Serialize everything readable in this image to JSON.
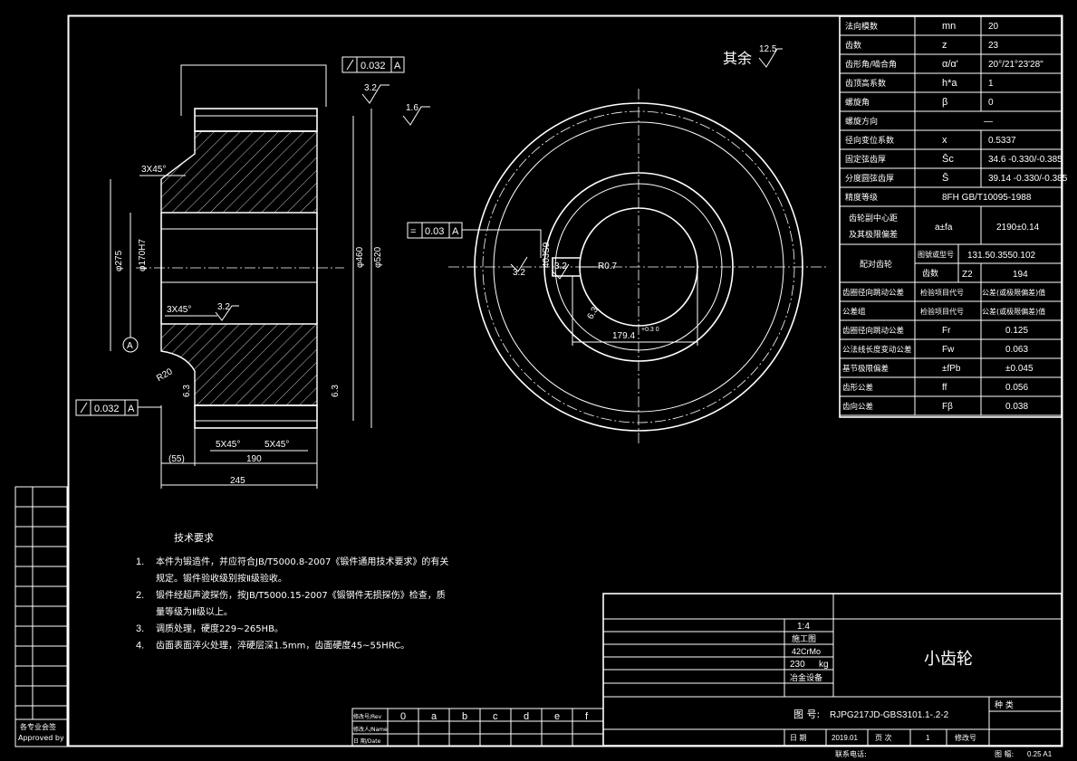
{
  "spec_table": [
    {
      "label": "法向模数",
      "symbol": "mn",
      "value": "20"
    },
    {
      "label": "齿数",
      "symbol": "z",
      "value": "23"
    },
    {
      "label": "齿形角/啮合角",
      "symbol": "α/α'",
      "value": "20°/21°23'28\""
    },
    {
      "label": "齿顶高系数",
      "symbol": "h*a",
      "value": "1"
    },
    {
      "label": "螺旋角",
      "symbol": "β",
      "value": "0"
    },
    {
      "label": "螺旋方向",
      "symbol": "",
      "value": "—"
    },
    {
      "label": "径向变位系数",
      "symbol": "x",
      "value": "0.5337"
    },
    {
      "label": "固定弦齿厚",
      "symbol": "S̄c",
      "value": "34.6 -0.330/-0.385"
    },
    {
      "label": "分度圆弦齿厚",
      "symbol": "S̄",
      "value": "39.14 -0.330/-0.385"
    },
    {
      "label": "精度等级",
      "symbol": "",
      "value": "8FH GB/T10095-1988"
    }
  ],
  "center_distance": {
    "label1": "齿轮副中心距",
    "label2": "及其极限偏差",
    "symbol": "a±fa",
    "value": "2190±0.14"
  },
  "mating_gear": {
    "label": "配对齿轮",
    "row1_label": "图號或型号",
    "row1_value": "131.50.3550.102",
    "row2_label": "齿数",
    "row2_symbol": "Z2",
    "row2_value": "194"
  },
  "tolerance_rows": [
    {
      "label": "齿圈径向跳动公差",
      "symbol": "检验项目代号",
      "value": "公差(或极限偏差)值"
    },
    {
      "label": "公差组",
      "symbol": "检验项目代号",
      "value": "公差(或极限偏差)值"
    },
    {
      "label": "齿圈径向跳动公差",
      "symbol": "Fr",
      "value": "0.125"
    },
    {
      "label": "公法线长度变动公差",
      "symbol": "Fw",
      "value": "0.063"
    },
    {
      "label": "基节极限偏差",
      "symbol": "±fPb",
      "value": "±0.045"
    },
    {
      "label": "齿形公差",
      "symbol": "ff",
      "value": "0.056"
    },
    {
      "label": "齿向公差",
      "symbol": "Fβ",
      "value": "0.038"
    }
  ],
  "section_view": {
    "top_fcf_value": "0.032",
    "top_fcf_datum": "A",
    "bottom_fcf_value": "0.032",
    "bottom_fcf_datum": "A",
    "rough_top": "3.2",
    "rough_side": "1.6",
    "rough_mid": "3.2",
    "rough_left": "6.3",
    "rough_right": "6.3",
    "chamfer_top": "3X45°",
    "chamfer_mid": "3X45°",
    "chamfer_bl": "5X45°",
    "chamfer_br": "5X45°",
    "radius": "R20",
    "datum": "A",
    "dim_bore": "φ170H7",
    "dim_hub": "φ275",
    "dim_d1": "φ460",
    "dim_d2": "φ520",
    "dim_55": "(55)",
    "dim_190": "190",
    "dim_245": "245"
  },
  "front_view": {
    "rough_other_label": "其余",
    "rough_other_value": "12.5",
    "fcf_value": "0.03",
    "fcf_datum": "A",
    "rough_a": "3.2",
    "rough_b": "3.2",
    "rough_c": "6.3",
    "key_width": "40JS9",
    "radius": "R0.7",
    "key_depth": "179.4",
    "key_depth_tol": "+0.3 0"
  },
  "tech_req": {
    "title": "技术要求",
    "items": [
      {
        "num": "1.",
        "text": "本件为锻造件，并应符合JB/T5000.8-2007《锻件通用技术要求》的有关"
      },
      {
        "num": "",
        "text": "规定。锻件验收级别按Ⅱ级验收。"
      },
      {
        "num": "2.",
        "text": "锻件经超声波探伤，按JB/T5000.15-2007《锻钢件无损探伤》检查，质"
      },
      {
        "num": "",
        "text": "量等级为Ⅱ级以上。"
      },
      {
        "num": "3.",
        "text": "调质处理，硬度229~265HB。"
      },
      {
        "num": "4.",
        "text": "齿面表面淬火处理，淬硬层深1.5mm，齿面硬度45~55HRC。"
      }
    ]
  },
  "title_block": {
    "scale": "1:4",
    "type": "施工图",
    "material": "42CrMo",
    "mass": "230",
    "mass_unit": "kg",
    "unit": "冶金设备",
    "part_name": "小齿轮",
    "drawing_no_label": "图 号:",
    "drawing_no": "RJPG217JD-GBS3101.1-.2-2",
    "kind_label": "种 类",
    "date_label": "日 期",
    "date": "2019.01",
    "page_label": "页 次",
    "page": "1",
    "rev_label": "修改号",
    "contact_label": "联系电话:",
    "sheet_label": "图 幅:",
    "sheet_value": "0.25 A1"
  },
  "revision_block": {
    "row1_label": "修改号/Rev",
    "row2_label": "修改人/Name",
    "row3_label": "日 期/Date",
    "columns": [
      "0",
      "a",
      "b",
      "c",
      "d",
      "e",
      "f"
    ]
  },
  "side_strip": {
    "label1": "各专业会签",
    "label2": "Approved by"
  }
}
